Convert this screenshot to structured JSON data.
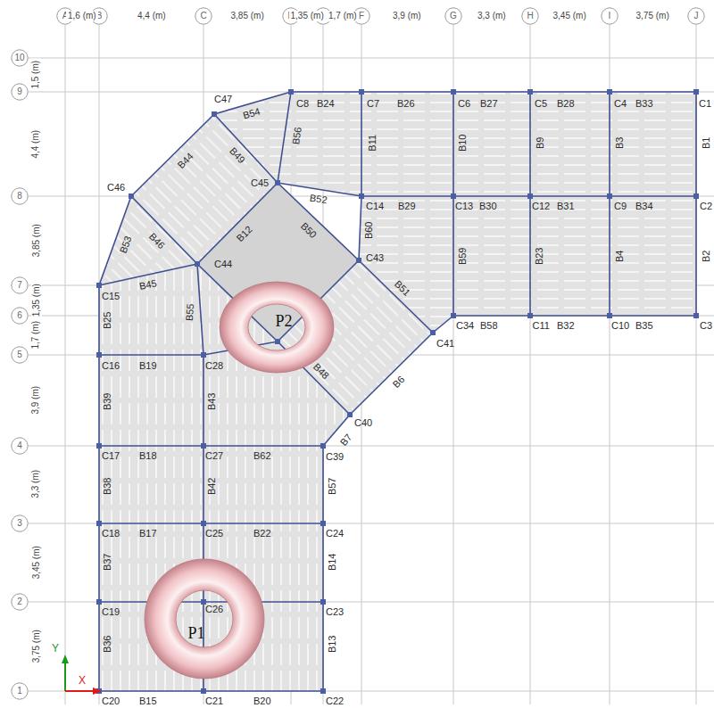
{
  "diagram": {
    "nodes": [
      {
        "text": [
          "A"
        ]
      },
      {
        "text": [
          "B"
        ]
      },
      {
        "text": [
          "C"
        ]
      },
      {
        "text": [
          "D"
        ]
      },
      {
        "text": [
          "E"
        ]
      },
      {
        "text": [
          "F"
        ]
      },
      {
        "text": [
          "G"
        ]
      },
      {
        "text": [
          "H"
        ]
      },
      {
        "text": [
          "I"
        ]
      },
      {
        "text": [
          "J"
        ]
      },
      {
        "text": [
          "10"
        ]
      },
      {
        "text": [
          "9"
        ]
      },
      {
        "text": [
          "8"
        ]
      },
      {
        "text": [
          "7"
        ]
      },
      {
        "text": [
          "6"
        ]
      },
      {
        "text": [
          "5"
        ]
      },
      {
        "text": [
          "4"
        ]
      },
      {
        "text": [
          "3"
        ]
      },
      {
        "text": [
          "2"
        ]
      },
      {
        "text": [
          "1"
        ]
      },
      {
        "text": [
          "P2"
        ]
      },
      {
        "text": [
          "P1"
        ]
      }
    ],
    "labels": [
      "1,6 (m)",
      "4,4 (m)",
      "3,85 (m)",
      "1,35 (m)",
      "1,7 (m)",
      "3,9 (m)",
      "3,3 (m)",
      "3,45 (m)",
      "3,75 (m)",
      "1,5 (m)",
      "4,4 (m)",
      "3,85 (m)",
      "1,35 (m)",
      "1,7 (m)",
      "3,9 (m)",
      "3,3 (m)",
      "3,45 (m)",
      "3,75 (m)",
      "C8",
      "B24",
      "C7",
      "B26",
      "C6",
      "B27",
      "C5",
      "B28",
      "C4",
      "B33",
      "C1",
      "B54",
      "C47",
      "B56",
      "B11",
      "B10",
      "B9",
      "B3",
      "B1",
      "B44",
      "B49",
      "C46",
      "C45",
      "B52",
      "C14",
      "B29",
      "C13",
      "B30",
      "C12",
      "B31",
      "C9",
      "B34",
      "C2",
      "B60",
      "B59",
      "B23",
      "B4",
      "B2",
      "B53",
      "B46",
      "B12",
      "B50",
      "C43",
      "B51",
      "C44",
      "B45",
      "C15",
      "B25",
      "B55",
      "C34",
      "B58",
      "C11",
      "B32",
      "C10",
      "B35",
      "C3",
      "C41",
      "C16",
      "B19",
      "C28",
      "B39",
      "B43",
      "B48",
      "B6",
      "C40",
      "B7",
      "C17",
      "B18",
      "C27",
      "B62",
      "C39",
      "B38",
      "B42",
      "B57",
      "C18",
      "B17",
      "C25",
      "B22",
      "C24",
      "B37",
      "B14",
      "C19",
      "C26",
      "C23",
      "B36",
      "B13",
      "C20",
      "B15",
      "C21",
      "B20",
      "C22",
      "Y",
      "X"
    ]
  }
}
